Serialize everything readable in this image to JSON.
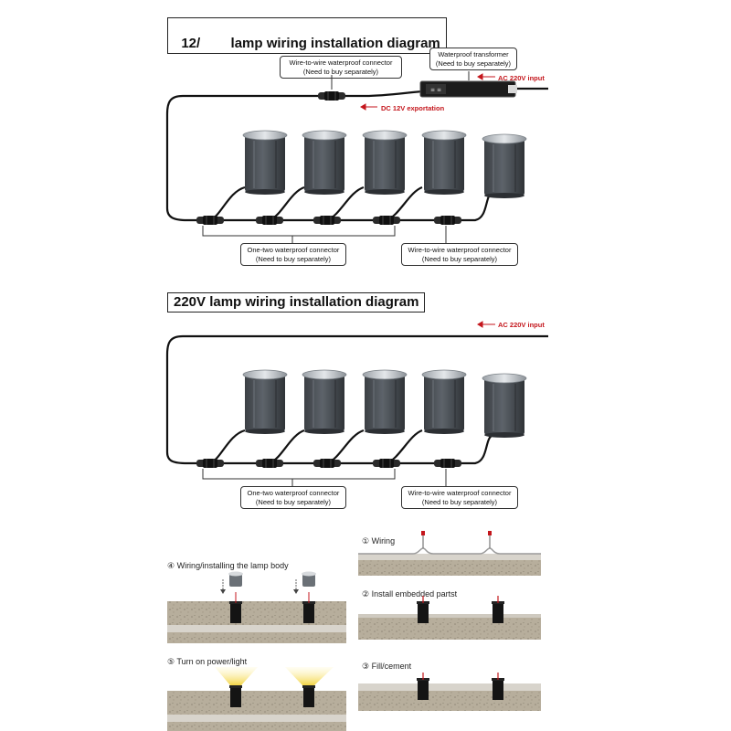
{
  "diagram1": {
    "title_part1": "12/",
    "title_part2": "lamp wiring installation diagram",
    "transformer_label": [
      "Waterproof transformer",
      "(Need to buy separately)"
    ],
    "top_connector_label": [
      "Wire-to-wire waterproof connector",
      "(Need to buy separately)"
    ],
    "ac_input": "AC 220V input",
    "dc_output": "DC 12V exportation",
    "one_two_label": [
      "One-two waterproof connector",
      "(Need to buy separately)"
    ],
    "wire_to_wire_label": [
      "Wire-to-wire waterproof connector",
      "(Need to buy separately)"
    ]
  },
  "diagram2": {
    "title": "220V lamp wiring installation diagram",
    "ac_input": "AC 220V input",
    "one_two_label": [
      "One-two waterproof connector",
      "(Need to buy separately)"
    ],
    "wire_to_wire_label": [
      "Wire-to-wire waterproof connector",
      "(Need to buy separately)"
    ]
  },
  "steps": {
    "s1": "① Wiring",
    "s2": "② Install embedded partst",
    "s3": "③ Fill/cement",
    "s4": "④ Wiring/installing the lamp body",
    "s5": "⑤ Turn on power/light"
  },
  "colors": {
    "lamp_body": "#4a4f55",
    "wire": "#111111",
    "accent_red": "#c4161c",
    "ground": "#b8b0a0",
    "light_glow": "#f2d23c"
  }
}
